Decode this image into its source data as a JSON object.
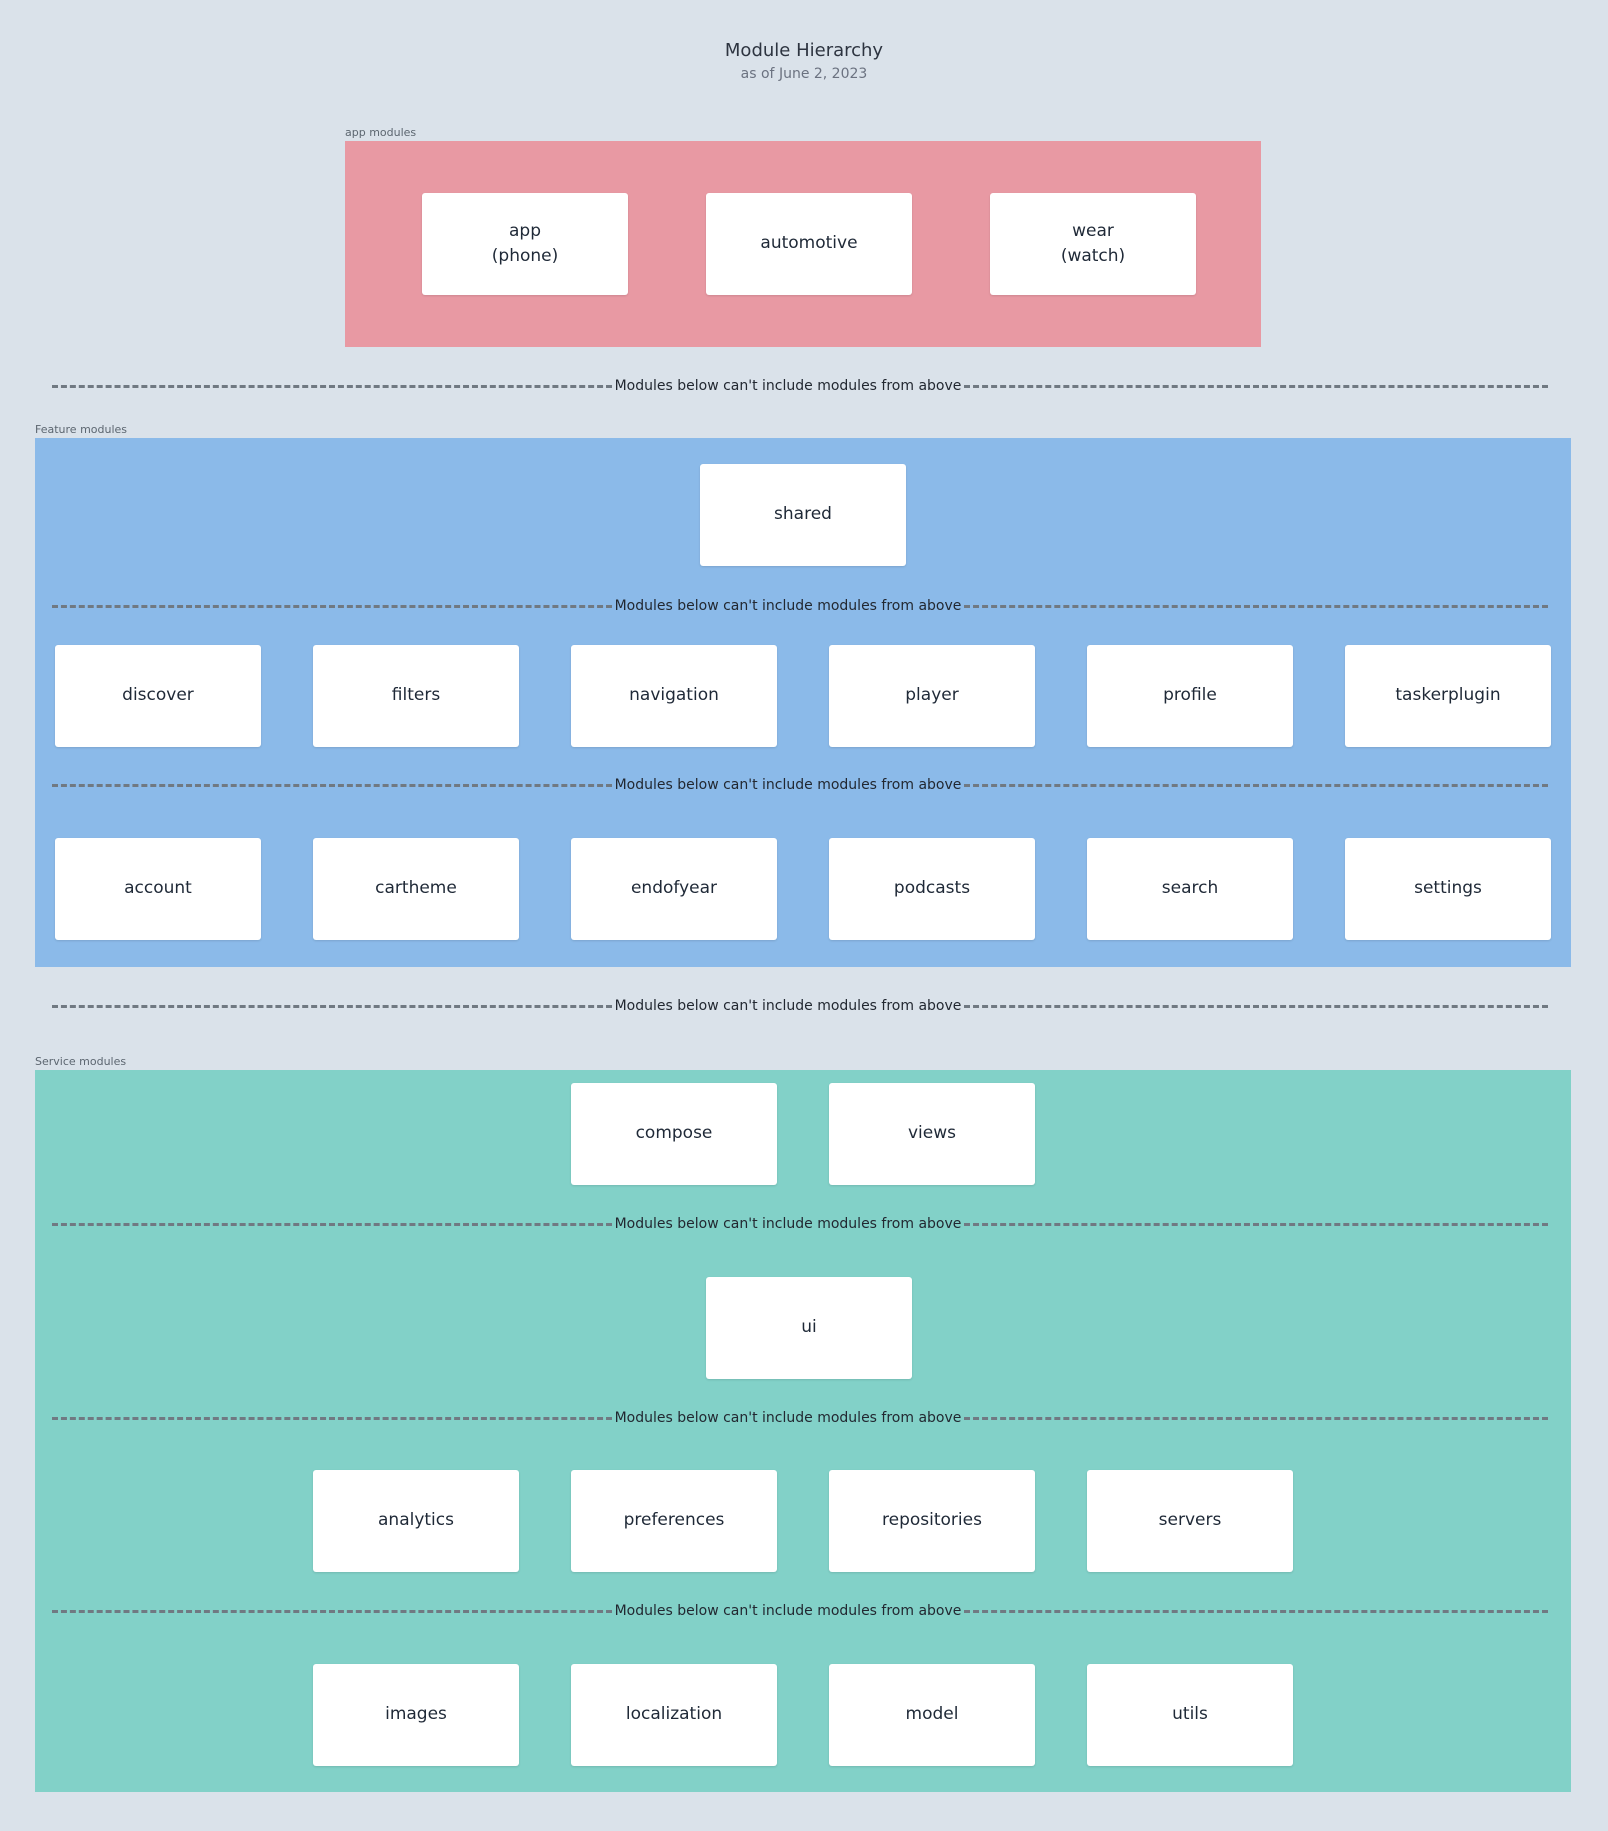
{
  "header": {
    "title": "Module Hierarchy",
    "subtitle": "as of June 2, 2023"
  },
  "divider_text": "Modules below can't include modules from above",
  "groups": {
    "app": {
      "label": "app modules",
      "modules": [
        "app\n(phone)",
        "automotive",
        "wear\n(watch)"
      ]
    },
    "feature": {
      "label": "Feature modules",
      "tier1": [
        "shared"
      ],
      "tier2": [
        "discover",
        "filters",
        "navigation",
        "player",
        "profile",
        "taskerplugin"
      ],
      "tier3": [
        "account",
        "cartheme",
        "endofyear",
        "podcasts",
        "search",
        "settings"
      ]
    },
    "service": {
      "label": "Service modules",
      "tier1": [
        "compose",
        "views"
      ],
      "tier2": [
        "ui"
      ],
      "tier3": [
        "analytics",
        "preferences",
        "repositories",
        "servers"
      ],
      "tier4": [
        "images",
        "localization",
        "model",
        "utils"
      ]
    }
  },
  "colors": {
    "background": "#dae2ea",
    "app_group": "#e899a3",
    "feature_group": "#8bbae9",
    "service_group": "#82d1c8",
    "divider": "#707982"
  }
}
